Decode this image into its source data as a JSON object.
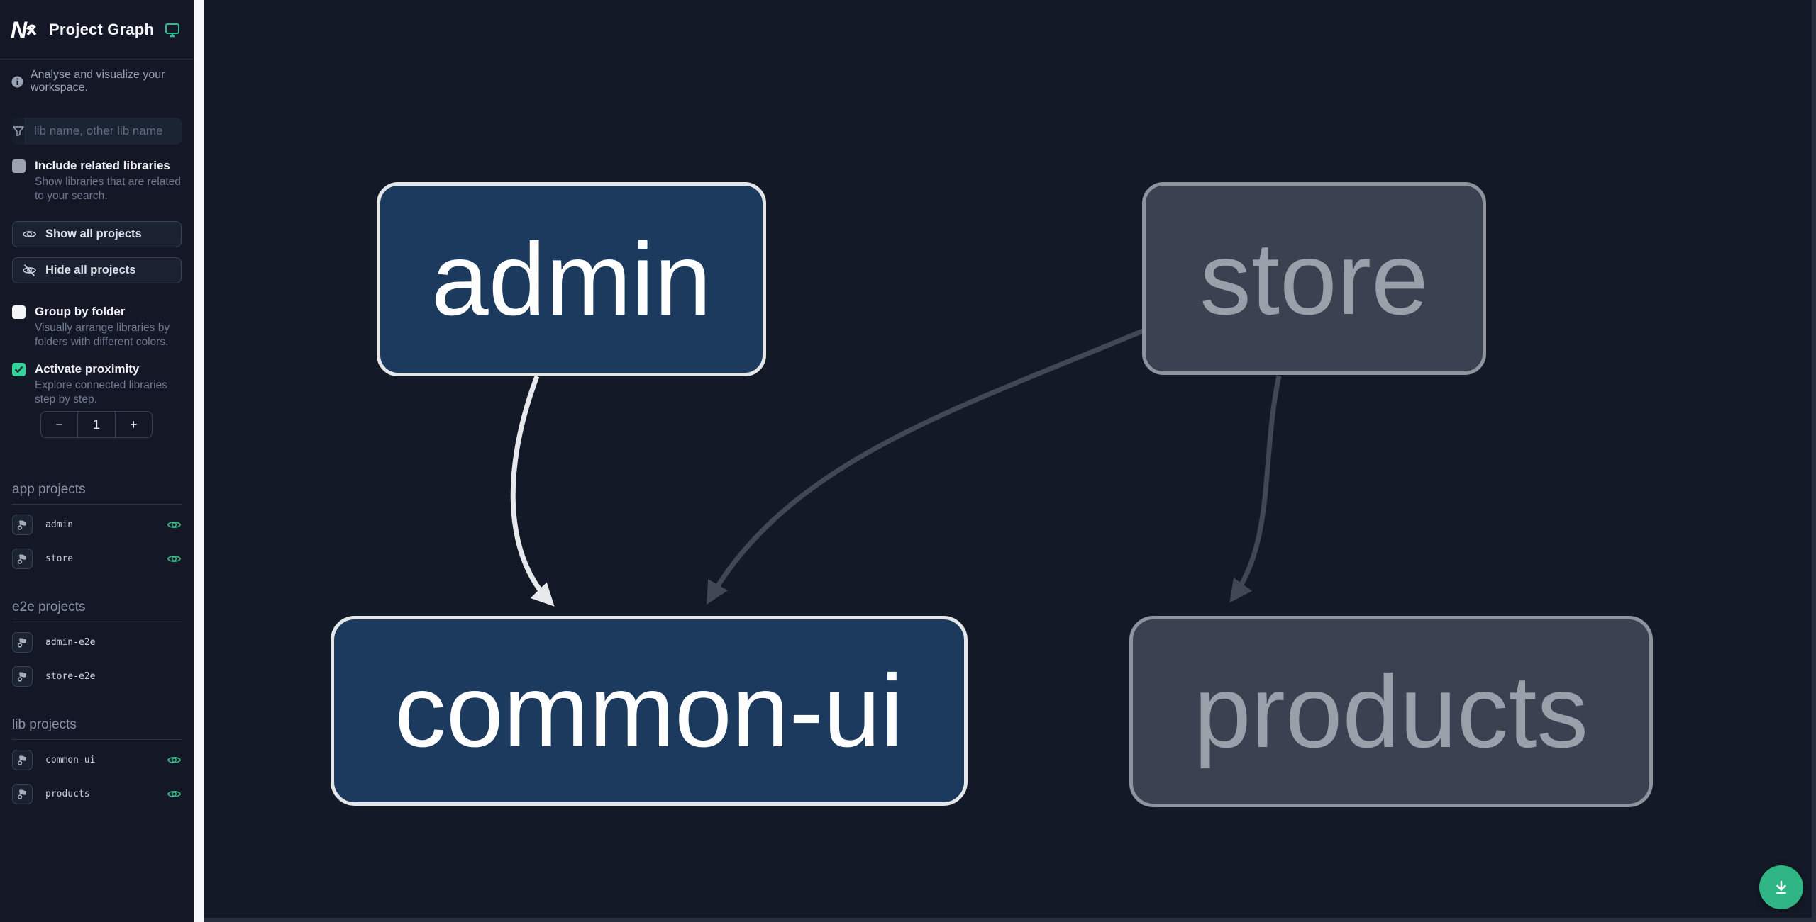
{
  "header": {
    "title": "Project Graph"
  },
  "sidebar": {
    "tagline": "Analyse and visualize your workspace.",
    "search": {
      "placeholder": "lib name, other lib name",
      "value": ""
    },
    "include_related": {
      "label": "Include related libraries",
      "description": "Show libraries that are related to your search.",
      "checked": false
    },
    "buttons": {
      "show_all": "Show all projects",
      "hide_all": "Hide all projects"
    },
    "group_by_folder": {
      "label": "Group by folder",
      "description": "Visually arrange libraries by folders with different colors.",
      "checked": false
    },
    "activate_proximity": {
      "label": "Activate proximity",
      "description": "Explore connected libraries step by step.",
      "checked": true
    },
    "proximity": {
      "decrement": "−",
      "value": "1",
      "increment": "+"
    },
    "sections": [
      {
        "title": "app projects",
        "items": [
          {
            "name": "admin",
            "visible": true
          },
          {
            "name": "store",
            "visible": true
          }
        ]
      },
      {
        "title": "e2e projects",
        "items": [
          {
            "name": "admin-e2e",
            "visible": false
          },
          {
            "name": "store-e2e",
            "visible": false
          }
        ]
      },
      {
        "title": "lib projects",
        "items": [
          {
            "name": "common-ui",
            "visible": true
          },
          {
            "name": "products",
            "visible": true
          }
        ]
      }
    ]
  },
  "graph": {
    "nodes": [
      {
        "id": "admin",
        "label": "admin",
        "state": "focused"
      },
      {
        "id": "store",
        "label": "store",
        "state": "faded"
      },
      {
        "id": "common-ui",
        "label": "common-ui",
        "state": "focused"
      },
      {
        "id": "products",
        "label": "products",
        "state": "faded"
      }
    ],
    "edges": [
      {
        "from": "admin",
        "to": "common-ui",
        "state": "highlighted"
      },
      {
        "from": "store",
        "to": "common-ui",
        "state": "faded"
      },
      {
        "from": "store",
        "to": "products",
        "state": "faded"
      }
    ]
  },
  "colors": {
    "accent_green": "#2fb583",
    "eye_green": "#38b583",
    "checkbox_checked_green": "#34d399",
    "node_focused_fill": "#1c3a5e",
    "node_focused_border": "#e5e6e8",
    "node_faded_fill": "#3a4150",
    "node_faded_border": "#8e939e",
    "edge_highlighted": "#e8e9ec",
    "edge_faded": "#404854",
    "canvas_bg": "#131926",
    "sidebar_bg": "#141826"
  }
}
